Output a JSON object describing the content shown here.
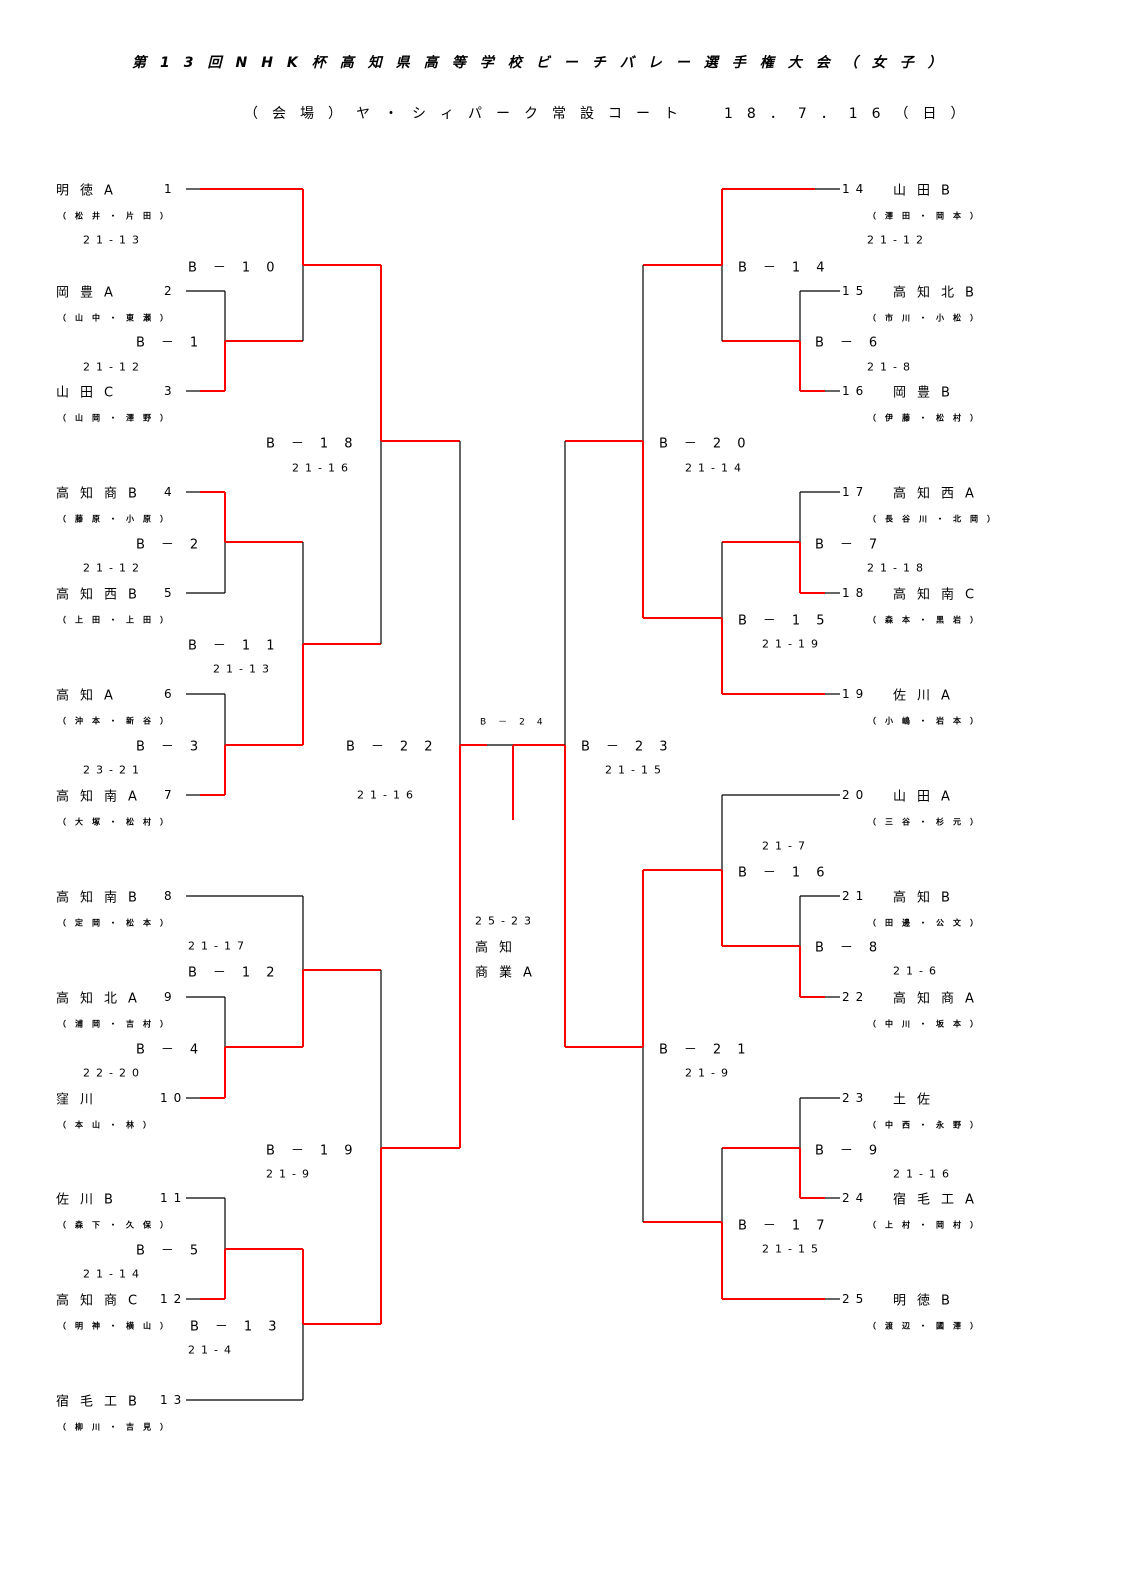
{
  "header": {
    "title": "第13回NHK杯高知県高等学校ビーチバレー選手権大会（女子）",
    "subtitle_venue": "（会場）ヤ・シィパーク常設コート",
    "subtitle_date": "18．7．16（日）"
  },
  "teams": [
    {
      "seed": "1",
      "name": "明徳A",
      "players": "（松井・片田）"
    },
    {
      "seed": "2",
      "name": "岡豊A",
      "players": "（山中・東瀬）"
    },
    {
      "seed": "3",
      "name": "山田C",
      "players": "（山岡・澤野）"
    },
    {
      "seed": "4",
      "name": "高知商B",
      "players": "（藤原・小原）"
    },
    {
      "seed": "5",
      "name": "高知西B",
      "players": "（上田・上田）"
    },
    {
      "seed": "6",
      "name": "高知A",
      "players": "（沖本・新谷）"
    },
    {
      "seed": "7",
      "name": "高知南A",
      "players": "（大塚・松村）"
    },
    {
      "seed": "8",
      "name": "高知南B",
      "players": "（定岡・松本）"
    },
    {
      "seed": "9",
      "name": "高知北A",
      "players": "（浦岡・吉村）"
    },
    {
      "seed": "10",
      "name": "窪川",
      "players": "（本山・林）"
    },
    {
      "seed": "11",
      "name": "佐川B",
      "players": "（森下・久保）"
    },
    {
      "seed": "12",
      "name": "高知商C",
      "players": "（明神・横山）"
    },
    {
      "seed": "13",
      "name": "宿毛工B",
      "players": "（柳川・吉見）"
    },
    {
      "seed": "14",
      "name": "山田B",
      "players": "（澤田・岡本）"
    },
    {
      "seed": "15",
      "name": "高知北B",
      "players": "（市川・小松）"
    },
    {
      "seed": "16",
      "name": "岡豊B",
      "players": "（伊藤・松村）"
    },
    {
      "seed": "17",
      "name": "高知西A",
      "players": "（長谷川・北岡）"
    },
    {
      "seed": "18",
      "name": "高知南C",
      "players": "（森本・黒岩）"
    },
    {
      "seed": "19",
      "name": "佐川A",
      "players": "（小嶋・岩本）"
    },
    {
      "seed": "20",
      "name": "山田A",
      "players": "（三谷・杉元）"
    },
    {
      "seed": "21",
      "name": "高知B",
      "players": "（田邊・公文）"
    },
    {
      "seed": "22",
      "name": "高知商A",
      "players": "（中川・坂本）"
    },
    {
      "seed": "23",
      "name": "土佐",
      "players": "（中西・永野）"
    },
    {
      "seed": "24",
      "name": "宿毛工A",
      "players": "（上村・岡村）"
    },
    {
      "seed": "25",
      "name": "明徳B",
      "players": "（渡辺・國澤）"
    }
  ],
  "matches": [
    {
      "id": "B-1",
      "label": "B－1",
      "score": "21-12"
    },
    {
      "id": "B-2",
      "label": "B－2",
      "score": "21-12"
    },
    {
      "id": "B-3",
      "label": "B－3",
      "score": "23-21"
    },
    {
      "id": "B-4",
      "label": "B－4",
      "score": "22-20"
    },
    {
      "id": "B-5",
      "label": "B－5",
      "score": "21-14"
    },
    {
      "id": "B-6",
      "label": "B－6",
      "score": "21-8"
    },
    {
      "id": "B-7",
      "label": "B－7",
      "score": "21-18"
    },
    {
      "id": "B-8",
      "label": "B－8",
      "score": "21-6"
    },
    {
      "id": "B-9",
      "label": "B－9",
      "score": "21-16"
    },
    {
      "id": "B-10",
      "label": "B－10",
      "score": "21-13"
    },
    {
      "id": "B-11",
      "label": "B－11",
      "score": "21-13"
    },
    {
      "id": "B-12",
      "label": "B－12",
      "score": "21-17"
    },
    {
      "id": "B-13",
      "label": "B－13",
      "score": "21-4"
    },
    {
      "id": "B-14",
      "label": "B－14",
      "score": "21-12"
    },
    {
      "id": "B-15",
      "label": "B－15",
      "score": "21-19"
    },
    {
      "id": "B-16",
      "label": "B－16",
      "score": "21-7"
    },
    {
      "id": "B-17",
      "label": "B－17",
      "score": "21-15"
    },
    {
      "id": "B-18",
      "label": "B－18",
      "score": "21-16"
    },
    {
      "id": "B-19",
      "label": "B－19",
      "score": "21-9"
    },
    {
      "id": "B-20",
      "label": "B－20",
      "score": "21-14"
    },
    {
      "id": "B-21",
      "label": "B－21",
      "score": "21-9"
    },
    {
      "id": "B-22",
      "label": "B－22",
      "score": "21-16"
    },
    {
      "id": "B-23",
      "label": "B－23",
      "score": "21-15"
    },
    {
      "id": "B-24",
      "label": "B－24",
      "score": "25-23"
    }
  ],
  "champion": {
    "line1": "高知",
    "line2": "商業A"
  },
  "colors": {
    "winner_line": "#ff0000",
    "line": "#000000"
  }
}
